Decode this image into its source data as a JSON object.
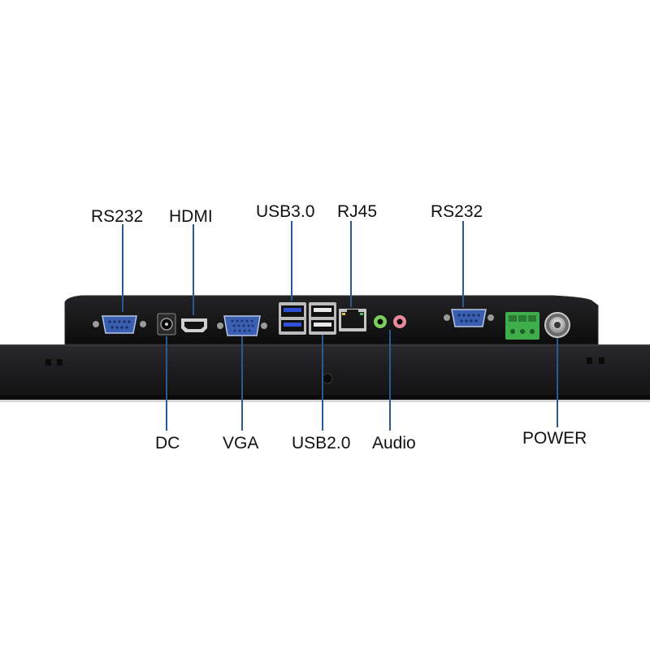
{
  "colors": {
    "background": "#ffffff",
    "chassis": "#1c1c1e",
    "panel": "#0f0f10",
    "leader_line": "#2b5a93",
    "label_text": "#111111",
    "port_blue": "#3a5fb0",
    "usb3_blue": "#2f4fd6",
    "terminal_green": "#3fae4a",
    "audio_green": "#7ccf5a",
    "audio_pink": "#e88a9a"
  },
  "labels": {
    "rs232_left": "RS232",
    "hdmi": "HDMI",
    "usb30": "USB3.0",
    "rj45": "RJ45",
    "rs232_right": "RS232",
    "dc": "DC",
    "vga": "VGA",
    "usb20": "USB2.0",
    "audio": "Audio",
    "power": "POWER"
  },
  "icons": {
    "rs232_left": "db9-serial-port-icon",
    "dc": "dc-jack-icon",
    "hdmi": "hdmi-port-icon",
    "vga": "vga-port-icon",
    "usb30": "usb3-port-icon",
    "usb20": "usb2-port-icon",
    "rj45": "ethernet-port-icon",
    "audio": "audio-jack-icon",
    "rs232_right": "db9-serial-port-icon",
    "power_terminal": "power-terminal-block-icon",
    "power": "power-button-icon"
  }
}
